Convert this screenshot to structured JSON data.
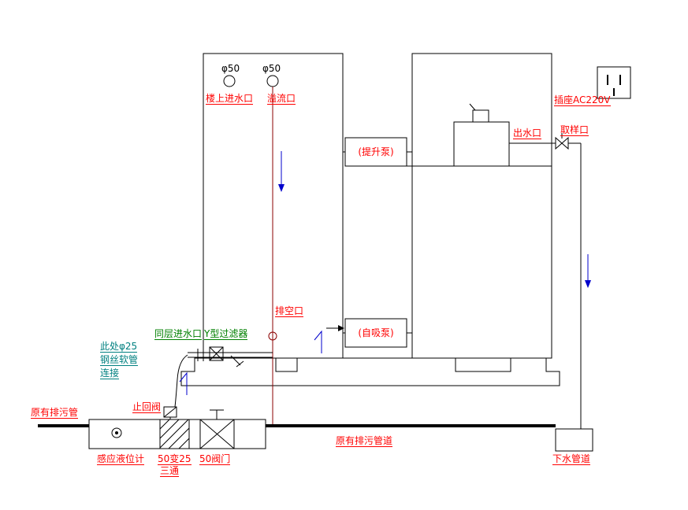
{
  "colors": {
    "label_red": "#ff0000",
    "pipe_dark_red": "#8b0000",
    "arrow_blue": "#0000cc",
    "note_teal": "#008080",
    "note_green": "#008000"
  },
  "tanks": {
    "inlet_top_left_diameter": "φ50",
    "inlet_top_right_diameter": "φ50",
    "upstairs_inlet": "楼上进水口",
    "overflow_port": "溢流口",
    "drain_port": "排空口",
    "same_floor_inlet": "同层进水口",
    "y_filter": "Y型过滤器"
  },
  "pumps": {
    "lift_pump": "(提升泵)",
    "self_priming_pump": "(自吸泵)"
  },
  "right_side": {
    "power_socket": "插座AC220V",
    "water_outlet": "出水口",
    "sampling_port": "取样口",
    "down_pipe": "下水管道"
  },
  "notes": {
    "hose": [
      "此处φ25",
      "钢丝软管",
      "连接"
    ]
  },
  "bottom": {
    "existing_sewage_pipe": "原有排污管",
    "check_valve": "止回阀",
    "level_sensor": "感应液位计",
    "reducer_tee_line1": "50变25",
    "reducer_tee_line2": "三通",
    "valve_50": "50阀门",
    "existing_sewage_pipeline": "原有排污管道"
  }
}
